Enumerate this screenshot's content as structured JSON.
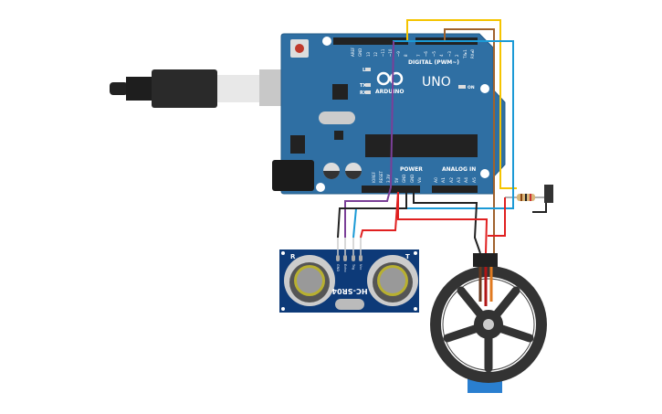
{
  "arduino": {
    "brand": "ARDUINO",
    "model": "UNO",
    "digital_header_label": "DIGITAL (PWM~)",
    "digital_pins": [
      "AREF",
      "GND",
      "13",
      "12",
      "~11",
      "~10",
      "~9",
      "8",
      "7",
      "~6",
      "~5",
      "4",
      "~3",
      "2",
      "TX▸1",
      "RX◂0"
    ],
    "led_labels": [
      "L",
      "TX",
      "RX"
    ],
    "on_label": "ON",
    "power_label": "POWER",
    "power_pins": [
      "IOREF",
      "RESET",
      "3.3V",
      "5V",
      "GND",
      "GND",
      "Vin"
    ],
    "analog_label": "ANALOG IN",
    "analog_pins": [
      "A0",
      "A1",
      "A2",
      "A3",
      "A4",
      "A5"
    ]
  },
  "sensor": {
    "model": "HC-SR04",
    "pins": [
      "GND",
      "Echo",
      "Trig",
      "Vcc"
    ],
    "left_mark": "R",
    "right_mark": "T"
  },
  "colors": {
    "board": "#2f6fa3",
    "sensor_board": "#0d3a78",
    "wire_yellow": "#f5c400",
    "wire_brown": "#a0622d",
    "wire_blue": "#1b9ad6",
    "wire_purple": "#7b3f98",
    "wire_red": "#e02020",
    "wire_black": "#222222",
    "servo": "#2a7fd0"
  }
}
